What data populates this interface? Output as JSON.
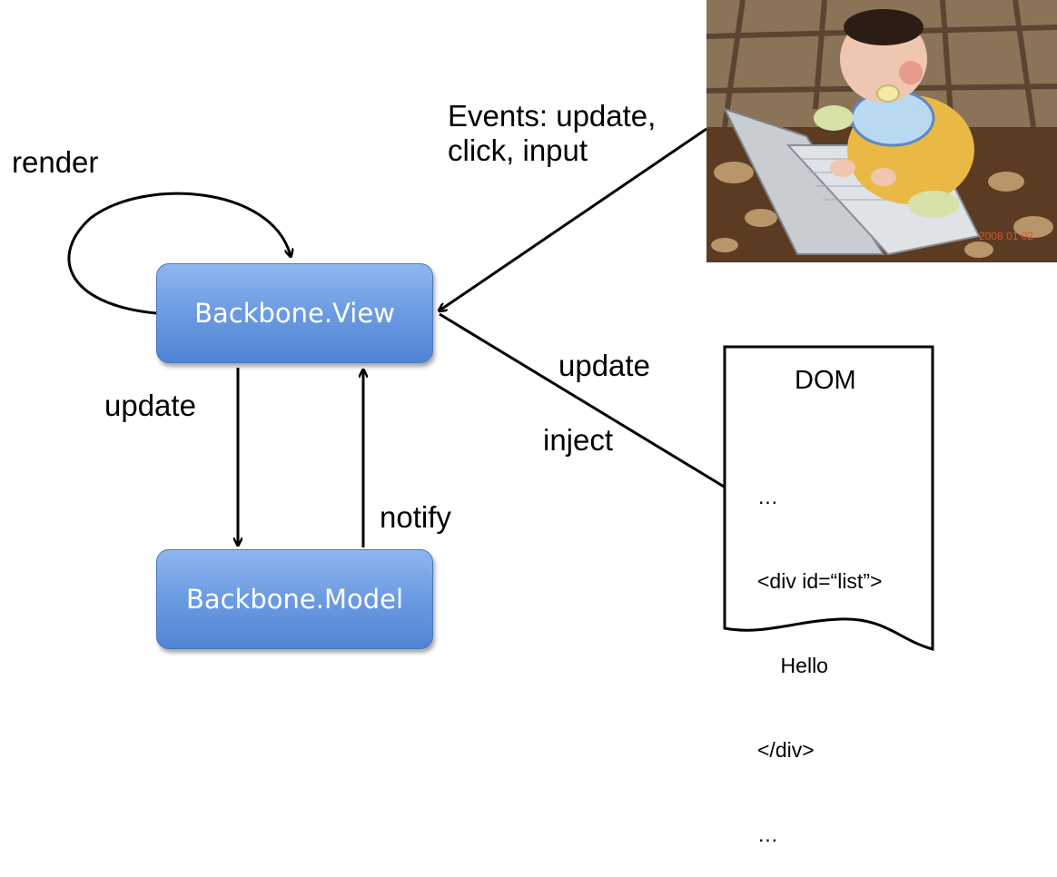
{
  "labels": {
    "render": "render",
    "events_line1": "Events: update,",
    "events_line2": "click, input",
    "update_left": "update",
    "notify": "notify",
    "update_right": "update",
    "inject": "inject"
  },
  "boxes": {
    "view": "Backbone.View",
    "model": "Backbone.Model"
  },
  "dom_doc": {
    "title": "DOM",
    "lines": [
      "…",
      "<div id=“list”>",
      "    Hello",
      "</div>",
      "…"
    ]
  },
  "photo": {
    "timestamp": "2008 01 02"
  },
  "colors": {
    "box_top": "#8fb6ef",
    "box_bottom": "#4f84d4",
    "box_text": "#ffffff",
    "timestamp": "#d8542a"
  }
}
